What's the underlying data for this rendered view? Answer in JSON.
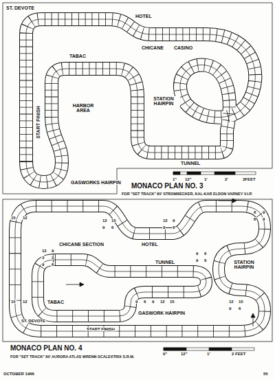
{
  "diagram": {
    "labels": [
      "ST. DEVOTE",
      "HOTEL",
      "CHICANE",
      "CASINO",
      "TABAC",
      "STATION HAIRPIN",
      "HARBOR AREA",
      "START FINISH",
      "GASWORKS HAIRPIN",
      "TUNNEL",
      "1\"",
      "12\"",
      "1'",
      "2'",
      "3FEET",
      "MONACO PLAN NO. 3",
      "FOR \"SET TRACK\" 80' STROMBECKER, KAL-KAR ELDON VARNEY V.I.P.",
      "15",
      "12",
      "15",
      "12",
      "12",
      "9",
      "3",
      "3",
      "9",
      "6",
      "12",
      "15",
      "9",
      "6",
      "12",
      "9",
      "9",
      "6",
      "9",
      "6",
      "9",
      "6",
      "6",
      "9",
      "6",
      "9",
      "9",
      "6",
      "9",
      "12",
      "15",
      "12",
      "15",
      "9",
      "6",
      "HOTEL",
      "CHICANE SECTION",
      "TUNNEL",
      "STATION HAIRPIN",
      "GASWORK HAIRPIN",
      "TABAC",
      "ST. DEVOTE",
      "START FINISH",
      "MONACO PLAN NO. 4",
      "FOR \"SET TRACK\" 80' AURORA ATLAS WRENN SCALEXTRIX S.R.M.",
      "0\"",
      "12\"",
      "1'",
      "2 FEET",
      "OCTOBER 1966",
      "55"
    ]
  }
}
